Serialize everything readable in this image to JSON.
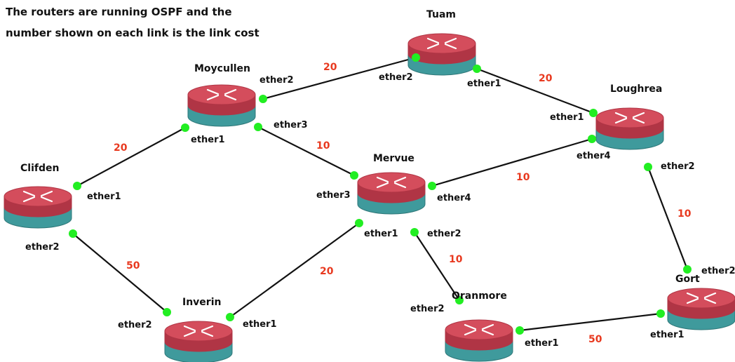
{
  "title_lines": [
    "The routers are running OSPF and the",
    "number shown on each link is the link cost"
  ],
  "colors": {
    "link": "#111111",
    "port": "#22ee22",
    "cost": "#e8391f",
    "router_top": "#d44d5c",
    "router_top_dark": "#b03545",
    "router_base": "#3f9a9c",
    "router_base_dark": "#2e7778"
  },
  "routers": [
    {
      "id": "tuam",
      "name": "Tuam"
    },
    {
      "id": "moycullen",
      "name": "Moycullen"
    },
    {
      "id": "loughrea",
      "name": "Loughrea"
    },
    {
      "id": "clifden",
      "name": "Clifden"
    },
    {
      "id": "mervue",
      "name": "Mervue"
    },
    {
      "id": "inverin",
      "name": "Inverin"
    },
    {
      "id": "oranmore",
      "name": "Oranmore"
    },
    {
      "id": "gort",
      "name": "Gort"
    }
  ],
  "links": [
    {
      "from": "moycullen",
      "from_port": "ether2",
      "to": "tuam",
      "to_port": "ether2",
      "cost": "20"
    },
    {
      "from": "tuam",
      "from_port": "ether1",
      "to": "loughrea",
      "to_port": "ether1",
      "cost": "20"
    },
    {
      "from": "clifden",
      "from_port": "ether1",
      "to": "moycullen",
      "to_port": "ether1",
      "cost": "20"
    },
    {
      "from": "moycullen",
      "from_port": "ether3",
      "to": "mervue",
      "to_port": "ether3",
      "cost": "10"
    },
    {
      "from": "mervue",
      "from_port": "ether4",
      "to": "loughrea",
      "to_port": "ether4",
      "cost": "10"
    },
    {
      "from": "loughrea",
      "from_port": "ether2",
      "to": "gort",
      "to_port": "ether2",
      "cost": "10"
    },
    {
      "from": "clifden",
      "from_port": "ether2",
      "to": "inverin",
      "to_port": "ether2",
      "cost": "50"
    },
    {
      "from": "inverin",
      "from_port": "ether1",
      "to": "mervue",
      "to_port": "ether1",
      "cost": "20"
    },
    {
      "from": "mervue",
      "from_port": "ether2",
      "to": "oranmore",
      "to_port": "ether2",
      "cost": "10"
    },
    {
      "from": "oranmore",
      "from_port": "ether1",
      "to": "gort",
      "to_port": "ether1",
      "cost": "50"
    }
  ]
}
